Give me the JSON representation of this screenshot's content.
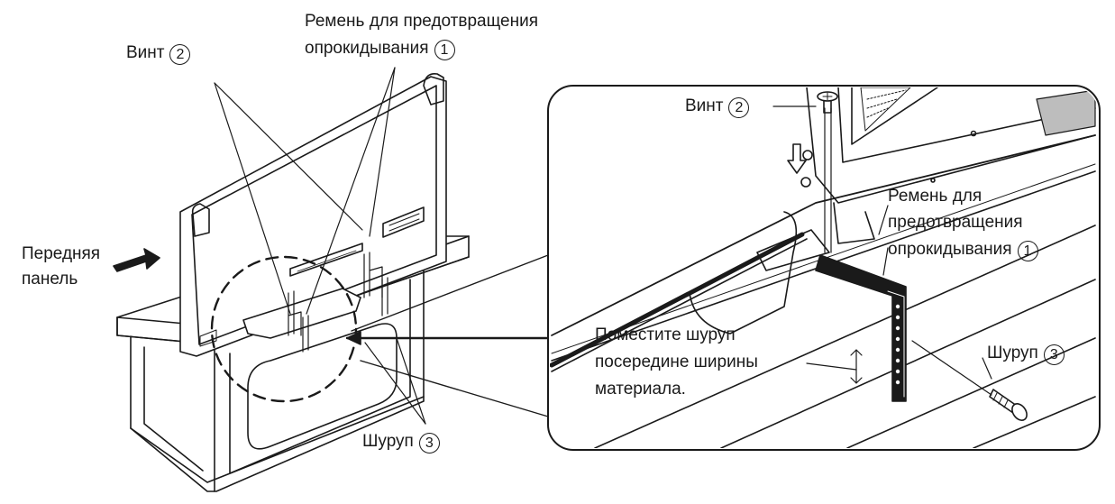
{
  "left_view": {
    "screw_label": "Винт",
    "screw_num": "2",
    "strap_label_line1": "Ремень для предотвращения",
    "strap_label_line2": "опрокидывания",
    "strap_num": "1",
    "front_label_line1": "Передняя",
    "front_label_line2": "панель",
    "wood_screw_label": "Шуруп",
    "wood_screw_num": "3"
  },
  "detail_view": {
    "screw_label": "Винт",
    "screw_num": "2",
    "strap_line1": "Ремень для",
    "strap_line2": "предотвращения",
    "strap_line3": "опрокидывания",
    "strap_num": "1",
    "instruction_line1": "Поместите шуруп",
    "instruction_line2": "посередине ширины",
    "instruction_line3": "материала.",
    "wood_screw_label": "Шуруп",
    "wood_screw_num": "3"
  },
  "colors": {
    "line": "#1a1a1a",
    "background": "#ffffff",
    "shade": "#bdbdbd"
  }
}
